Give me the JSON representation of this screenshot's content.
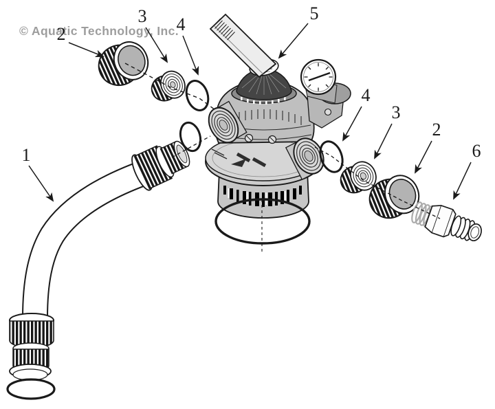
{
  "watermark": "© Aquatic Technology, Inc.",
  "colors": {
    "line": "#1a1a1a",
    "watermark_gray": "#9d9d9d",
    "body_gray": "#c2c2c2",
    "knurl_dark": "#161616",
    "opening_gray": "#b3b3b3"
  },
  "callouts": [
    {
      "label": "2"
    },
    {
      "label": "3"
    },
    {
      "label": "4"
    },
    {
      "label": "5"
    },
    {
      "label": "1"
    },
    {
      "label": "4"
    },
    {
      "label": "3"
    },
    {
      "label": "2"
    },
    {
      "label": "6"
    }
  ]
}
